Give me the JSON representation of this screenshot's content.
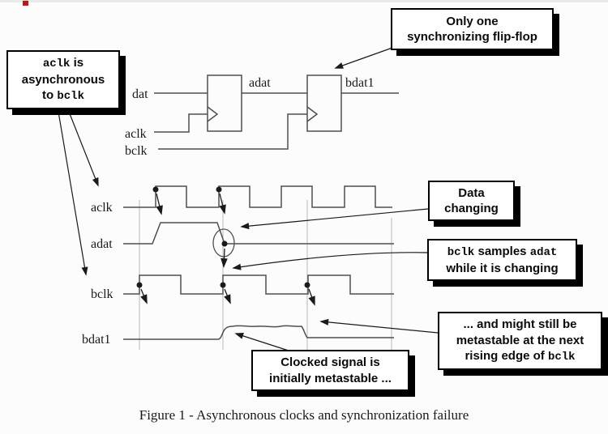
{
  "page": {
    "caption": "Figure 1 - Asynchronous clocks and synchronization failure"
  },
  "colors": {
    "diagram_line": "#4f4f4f",
    "gridline": "#b8b8b8",
    "callout_border": "#000000",
    "callout_shadow": "#000000",
    "red_mark": "#cc1111",
    "background": "#fcfcfc"
  },
  "circuit": {
    "input_label": "dat",
    "aclk_label": "aclk",
    "bclk_label": "bclk",
    "adat_label": "adat",
    "bdat1_label": "bdat1"
  },
  "waveforms": {
    "aclk_label": "aclk",
    "adat_label": "adat",
    "bclk_label": "bclk",
    "bdat1_label": "bdat1"
  },
  "callouts": {
    "async": {
      "l1_mono": "aclk",
      "l1_rest": " is",
      "l2": "asynchronous",
      "l3_pre": "to ",
      "l3_mono": "bclk"
    },
    "only_one": {
      "l1": "Only one",
      "l2": "synchronizing flip-flop"
    },
    "data_changing": {
      "l1": "Data",
      "l2": "changing"
    },
    "samples": {
      "l1_mono1": "bclk",
      "l1_mid": " samples ",
      "l1_mono2": "adat",
      "l2": "while it is changing"
    },
    "metastable_next": {
      "l1": "... and might still be",
      "l2": "metastable at the next",
      "l3_pre": "rising edge of ",
      "l3_mono": "bclk"
    },
    "initially_metastable": {
      "l1": "Clocked signal is",
      "l2": "initially metastable ..."
    }
  }
}
